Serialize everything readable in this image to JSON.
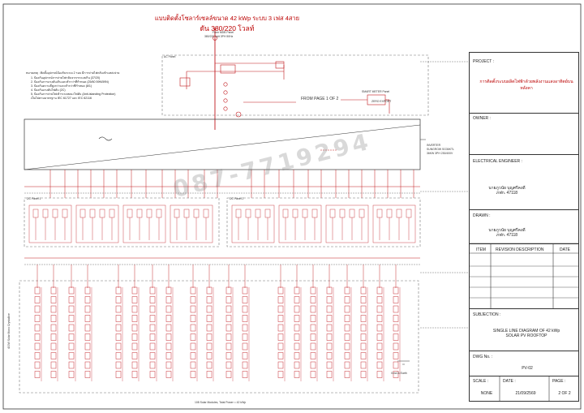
{
  "header": {
    "title_line1": "แบบติดตั้งโซลาร์เซลล์ขนาด 42 kWp ระบบ 3 เฟส 4สาย",
    "title_line2": "ดัน 380/220 โวลท์",
    "main_panel": "From MDB Panel",
    "main_panel_spec": "380/220 Volt 3PH 50Hz"
  },
  "watermark": "087-7719294",
  "notes": {
    "heading": "หมายเหตุ : ติดตั้งอุปกรณ์ป้องกันระบบ 2 รอบ มีการจ่ายไฟกลับเข้าแหล่งจ่าย",
    "items": [
      "1. ป้องกันอุปกรณ์การจ่ายไฟกลับจากกระแสเกิน (37/20)",
      "2. ป้องกันการแรงดันเกินและต่ำกว่าที่กำหนด (25/60 59N/59N)",
      "3. ป้องกันความถี่สูงกว่าและต่ำกว่าที่กำหนด (8/1)",
      "4. ป้องกันแรงดันไฟดับ (2C)",
      "5. ป้องกันการจ่ายไฟเข้าระบบขณะไฟดับ (Anti-islanding Protection)",
      "   เป็นไปตามมาตรฐาน IEC 61727 และ IEC 62116"
    ]
  },
  "labels": {
    "ac_panel": "AC Panel",
    "from_page": "FROM PAGE 1 OF 2",
    "smart_meter": "SMART METER Panel",
    "zero_export": "ZERO EXPORT",
    "dc_panel_1": "DC Panel 1",
    "dc_panel_2": "DC Panel 2",
    "inverter": "INVERTER",
    "inverter_model": "SUNGROW SG36KTL",
    "inverter_spec": "36KW 3PH 230/400V",
    "bottom_note": "108 Solar Modules, Total Power = 42 kWp",
    "module_note": "400W Solar Mono Crystalline",
    "ground_label": "Grnd & Earth"
  },
  "title_block": {
    "project_label": "PROJECT :",
    "project_value": "การติดตั้งระบบผลิตไฟฟ้าด้วยพลังงานแสงอาทิตย์บนหลังคา",
    "owner_label": "OWNER :",
    "owner_value": "",
    "engineer_label": "ELECTRICAL ENGINEER :",
    "engineer_name": "นายภูวนัย บุญศรีคงดี",
    "engineer_license": "ภฟก. 47118",
    "drawn_label": "DRAWN :",
    "drawn_name": "นายภูวนัย บุญศรีคงดี",
    "drawn_license": "ภฟก. 47118",
    "rev_item": "ITEM",
    "rev_desc": "REVISION DESCRIPTION",
    "rev_date": "DATE",
    "subjection_label": "SUBJECTION :",
    "subjection_line1": "SINGLE LINE DIAGRAM OF 42 kWp",
    "subjection_line2": "SOLAR PV ROOFTOP",
    "dwg_label": "DWG No. :",
    "dwg_value": "PV-02",
    "scale_label": "SCALE :",
    "scale_value": "NONE",
    "date_label": "DATE :",
    "date_value": "21/09/2569",
    "page_label": "PAGE :",
    "page_value": "2 OF 2"
  },
  "colors": {
    "wire": "#c0181d",
    "frame": "#333333",
    "dashed": "#777777"
  }
}
